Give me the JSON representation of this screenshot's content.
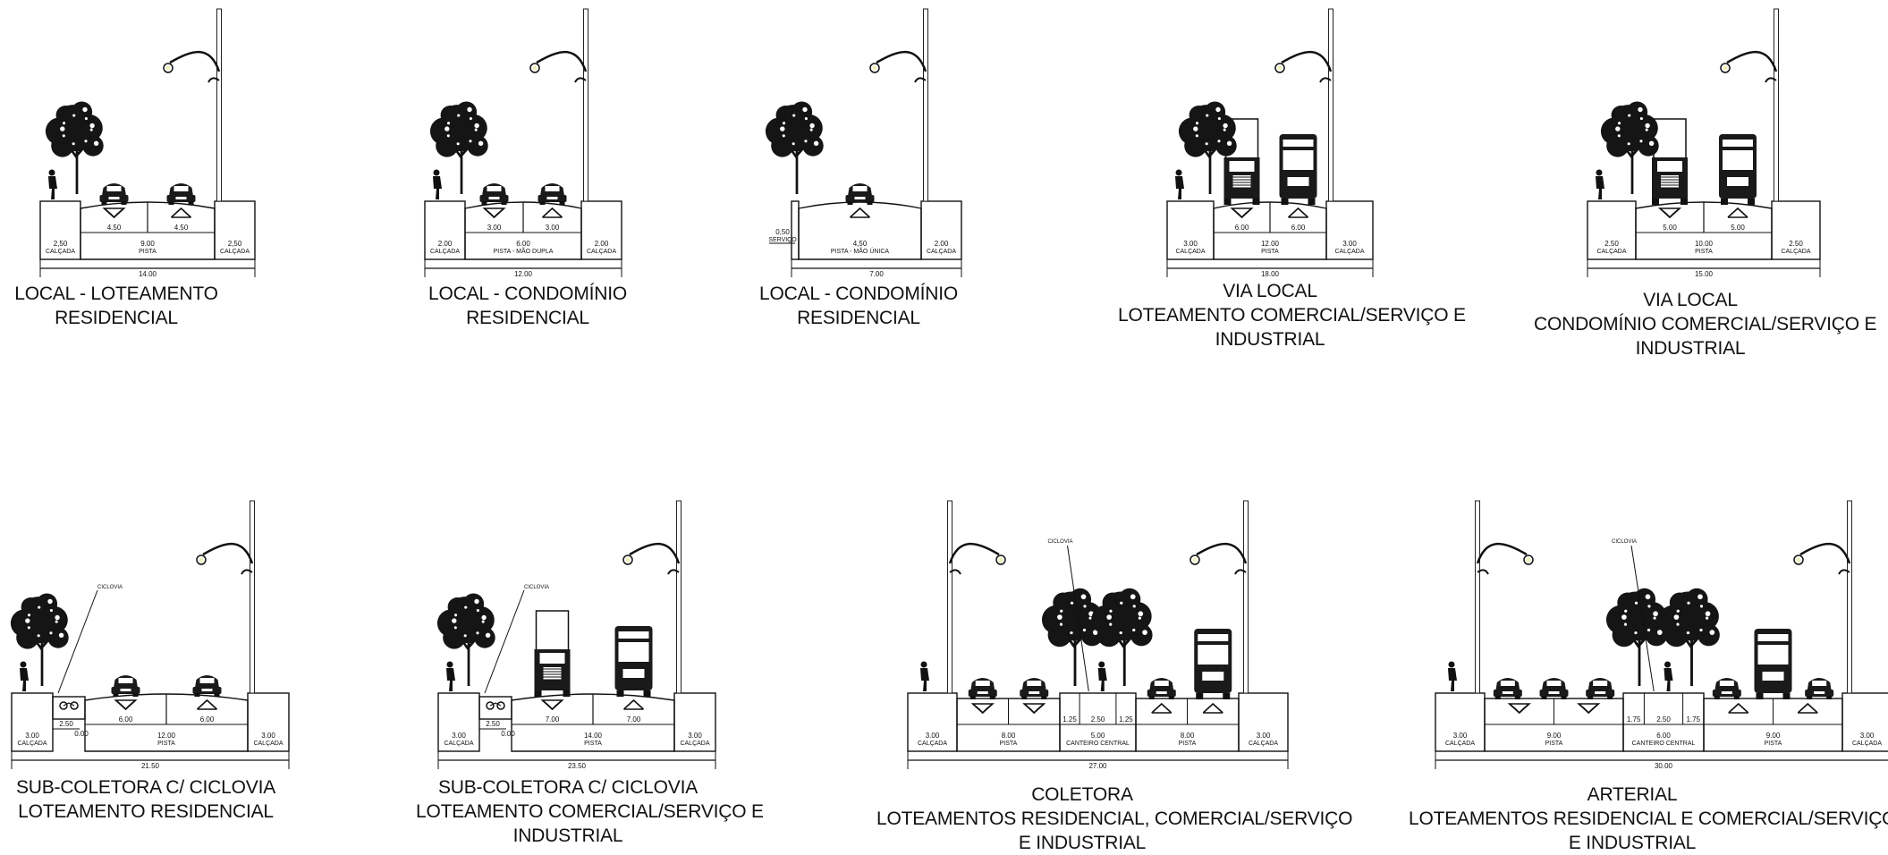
{
  "sections": [
    {
      "id": "s1",
      "caption": [
        "LOCAL - LOTEAMENTO",
        "RESIDENCIAL"
      ],
      "dims": {
        "lane_left": "4.50",
        "lane_right": "4.50",
        "left_walk": "2,50",
        "center": "9.00",
        "right_walk": "2,50",
        "total": "14.00"
      },
      "labels": {
        "left_walk": "CALÇADA",
        "center": "PISTA",
        "right_walk": "CALÇADA"
      }
    },
    {
      "id": "s2",
      "caption": [
        "LOCAL - CONDOMÍNIO",
        "RESIDENCIAL"
      ],
      "dims": {
        "lane_left": "3.00",
        "lane_right": "3.00",
        "left_walk": "2.00",
        "center": "6.00",
        "right_walk": "2.00",
        "total": "12.00"
      },
      "labels": {
        "left_walk": "CALÇADA",
        "center": "PISTA - MÃO DUPLA",
        "right_walk": "CALÇADA"
      }
    },
    {
      "id": "s3",
      "caption": [
        "LOCAL - CONDOMÍNIO",
        "RESIDENCIAL"
      ],
      "dims": {
        "service": "0,50",
        "center": "4,50",
        "right_walk": "2.00",
        "total": "7.00"
      },
      "labels": {
        "service": "SERVIÇO",
        "center": "PISTA - MÃO ÚNICA",
        "right_walk": "CALÇADA"
      }
    },
    {
      "id": "s4",
      "caption": [
        "VIA LOCAL",
        "LOTEAMENTO COMERCIAL/SERVIÇO E",
        "INDUSTRIAL"
      ],
      "dims": {
        "lane_left": "6.00",
        "lane_right": "6.00",
        "left_walk": "3.00",
        "center": "12.00",
        "right_walk": "3.00",
        "total": "18.00"
      },
      "labels": {
        "left_walk": "CALÇADA",
        "center": "PISTA",
        "right_walk": "CALÇADA"
      }
    },
    {
      "id": "s5",
      "caption": [
        "VIA LOCAL",
        "CONDOMÍNIO COMERCIAL/SERVIÇO E",
        "INDUSTRIAL"
      ],
      "dims": {
        "lane_left": "5.00",
        "lane_right": "5.00",
        "left_walk": "2.50",
        "center": "10.00",
        "right_walk": "2.50",
        "total": "15.00"
      },
      "labels": {
        "left_walk": "CALÇADA",
        "center": "PISTA",
        "right_walk": "CALÇADA"
      }
    },
    {
      "id": "s6",
      "caption": [
        "SUB-COLETORA C/ CICLOVIA",
        "LOTEAMENTO RESIDENCIAL"
      ],
      "dims": {
        "bike": "2.50",
        "buffer": "0.00",
        "lane_left": "6.00",
        "lane_right": "6.00",
        "left_walk": "3.00",
        "center": "12.00",
        "right_walk": "3.00",
        "total": "21.50"
      },
      "labels": {
        "bike": "CICLOVIA",
        "left_walk": "CALÇADA",
        "center": "PISTA",
        "right_walk": "CALÇADA"
      }
    },
    {
      "id": "s7",
      "caption": [
        "SUB-COLETORA C/ CICLOVIA",
        "LOTEAMENTO COMERCIAL/SERVIÇO E",
        "INDUSTRIAL"
      ],
      "dims": {
        "bike": "2.50",
        "buffer": "0.00",
        "lane_left": "7.00",
        "lane_right": "7.00",
        "left_walk": "3.00",
        "center": "14.00",
        "right_walk": "3.00",
        "total": "23.50"
      },
      "labels": {
        "bike": "CICLOVIA",
        "left_walk": "CALÇADA",
        "center": "PISTA",
        "right_walk": "CALÇADA"
      }
    },
    {
      "id": "s8",
      "caption": [
        "COLETORA",
        "LOTEAMENTOS RESIDENCIAL, COMERCIAL/SERVIÇO",
        "E INDUSTRIAL"
      ],
      "dims": {
        "left_walk": "3.00",
        "left_road": "8.00",
        "med_a": "1.25",
        "med_b": "2.50",
        "med_c": "1.25",
        "median": "5.00",
        "right_road": "8.00",
        "right_walk": "3.00",
        "total": "27.00"
      },
      "labels": {
        "bike": "CICLOVIA",
        "left_walk": "CALÇADA",
        "left_road": "PISTA",
        "median": "CANTEIRO CENTRAL",
        "right_road": "PISTA",
        "right_walk": "CALÇADA"
      }
    },
    {
      "id": "s9",
      "caption": [
        "ARTERIAL",
        "LOTEAMENTOS RESIDENCIAL E COMERCIAL/SERVIÇO",
        "E INDUSTRIAL"
      ],
      "dims": {
        "left_walk": "3.00",
        "left_road": "9.00",
        "med_a": "1.75",
        "med_b": "2.50",
        "med_c": "1.75",
        "median": "6.00",
        "right_road": "9.00",
        "right_walk": "3.00",
        "total": "30.00"
      },
      "labels": {
        "bike": "CICLOVIA",
        "left_walk": "CALÇADA",
        "left_road": "PISTA",
        "median": "CANTEIRO CENTRAL",
        "right_road": "PISTA",
        "right_walk": "CALÇADA"
      }
    }
  ]
}
